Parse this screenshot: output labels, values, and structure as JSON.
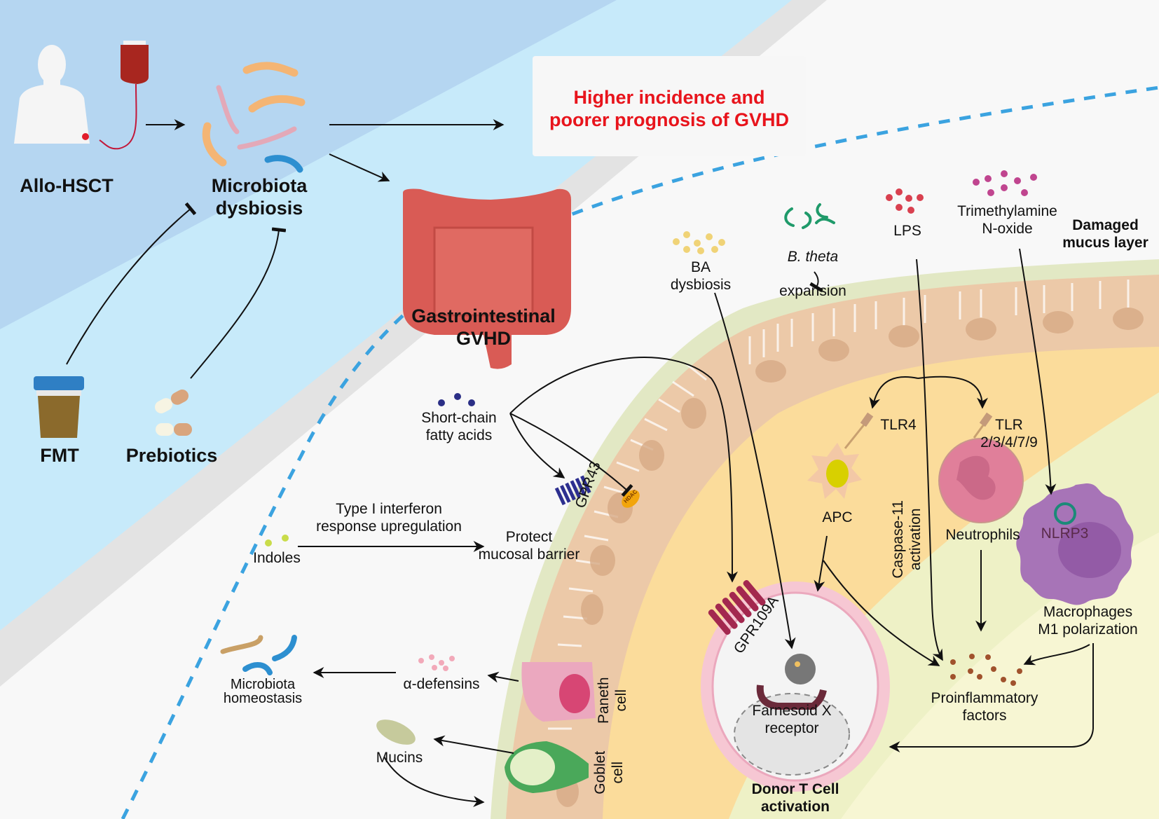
{
  "figure": {
    "type": "mechanism diagram",
    "colors": {
      "outer_blue": "#b7d8f0",
      "light_blue": "#c6e8f8",
      "lumen_bg": "#f8f8f8",
      "mucus_layer": "#e2e8c4",
      "epithelium": "#ecc9a8",
      "lamina_propria": "#fbdc9b",
      "inner_zone": "#f8f6cf",
      "dashed_boundary": "#3ba3e0",
      "highlight_text": "#e8141c",
      "colon": "#d95b55",
      "neutrophil": "#e07f9a",
      "macrophage": "#a774b7",
      "t_cell_membrane": "#f5c7d2"
    }
  },
  "top": {
    "patient_label": "Allo-HSCT",
    "dysbiosis_label": "Microbiota\ndysbiosis",
    "outcome_text": "Higher incidence and\npoorer prognosis of GVHD",
    "gi_label": "Gastrointestinal\nGVHD"
  },
  "interventions": {
    "fmt_label": "FMT",
    "prebiotics_label": "Prebiotics"
  },
  "metabolites": {
    "ba_label": "BA\ndysbiosis",
    "btheta_label_italic": "B. theta",
    "btheta_label_rest": "expansion",
    "lps_label": "LPS",
    "tmao_label": "Trimethylamine\nN-oxide",
    "mucus_label": "Damaged\nmucus layer",
    "scfa_label": "Short-chain\nfatty acids",
    "indoles_label": "Indoles",
    "interferon_label": "Type I interferon\nresponse upregulation",
    "protect_label": "Protect\nmucosal barrier"
  },
  "receptors": {
    "gpr43": "GPR43",
    "hdac": "HDAC",
    "gpr109a": "GPR109A",
    "tlr4": "TLR4",
    "tlr_multi": "TLR\n2/3/4/7/9",
    "nlrp3": "NLRP3",
    "fxr": "Farnesoid X\nreceptor"
  },
  "cells": {
    "apc": "APC",
    "neutrophils": "Neutrophils",
    "macrophages": "Macrophages\nM1 polarization",
    "t_cell": "Donor T Cell\nactivation",
    "paneth": "Paneth\ncell",
    "goblet": "Goblet\ncell"
  },
  "effects": {
    "caspase": "Caspase-11\nactivation",
    "proinflammatory": "Proinflammatory\nfactors",
    "defensins": "α-defensins",
    "mucins": "Mucins",
    "homeostasis": "Microbiota\nhomeostasis"
  }
}
